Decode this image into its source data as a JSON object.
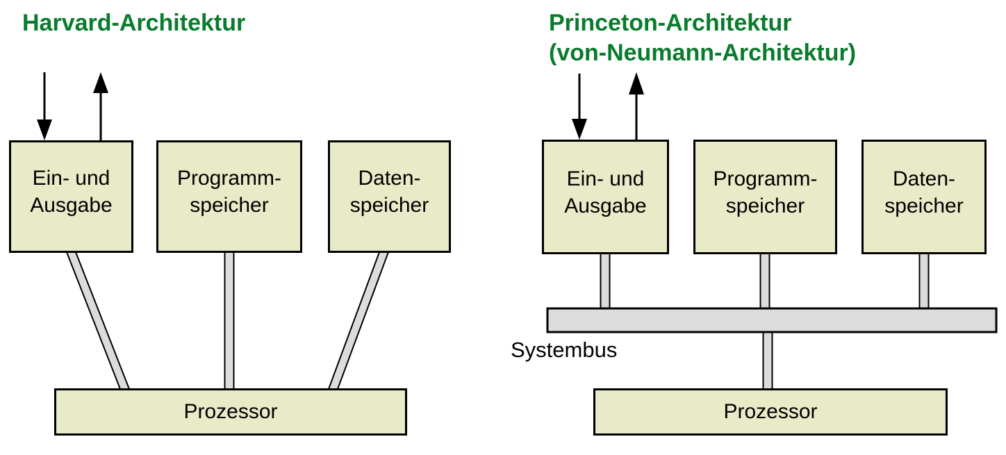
{
  "colors": {
    "background": "#ffffff",
    "title_green": "#087b2c",
    "box_fill": "#e9eac8",
    "box_border": "#000000",
    "connector_fill": "#dcdcdc",
    "connector_border": "#000000",
    "text": "#000000"
  },
  "harvard": {
    "title": "Harvard-Architektur",
    "boxes": [
      {
        "lines": [
          "Ein- und",
          "Ausgabe"
        ]
      },
      {
        "lines": [
          "Programm-",
          "speicher"
        ]
      },
      {
        "lines": [
          "Daten-",
          "speicher"
        ]
      }
    ],
    "processor_label": "Prozessor"
  },
  "princeton": {
    "title_lines": [
      "Princeton-Architektur",
      "(von-Neumann-Architektur)"
    ],
    "boxes": [
      {
        "lines": [
          "Ein- und",
          "Ausgabe"
        ]
      },
      {
        "lines": [
          "Programm-",
          "speicher"
        ]
      },
      {
        "lines": [
          "Daten-",
          "speicher"
        ]
      }
    ],
    "bus_label": "Systembus",
    "processor_label": "Prozessor"
  }
}
